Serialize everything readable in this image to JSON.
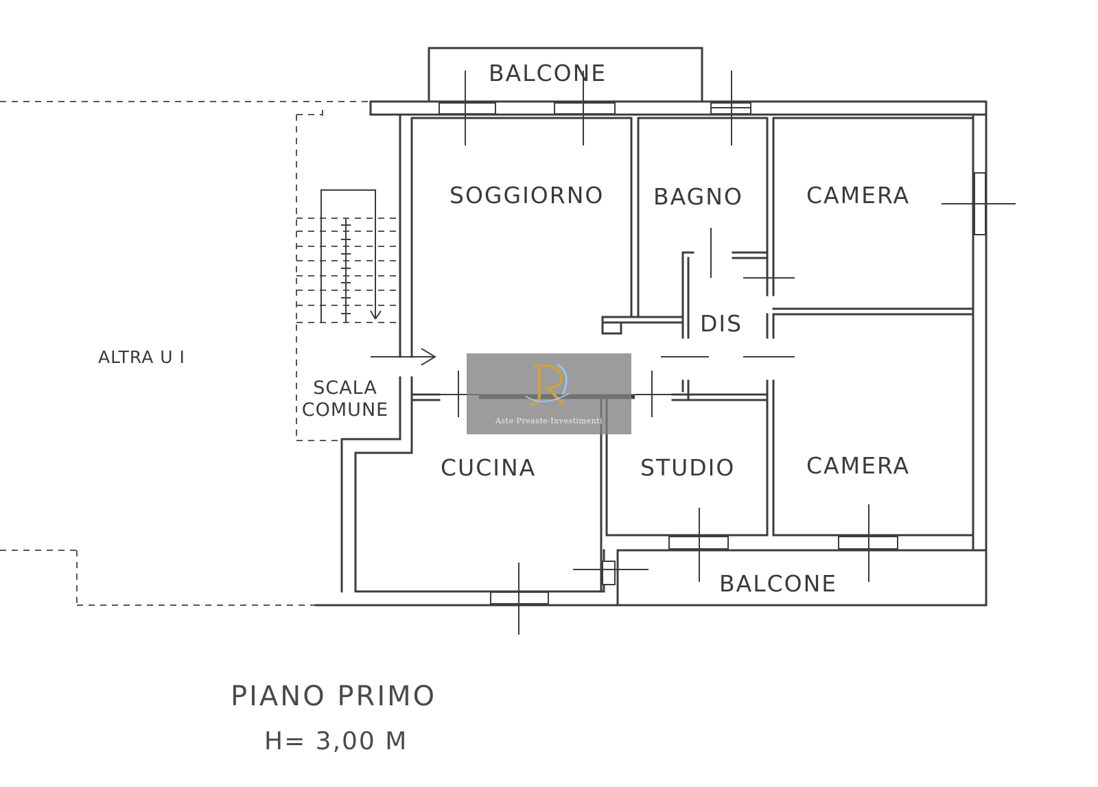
{
  "plan": {
    "rooms": {
      "balcone_top": "BALCONE",
      "soggiorno": "SOGGIORNO",
      "bagno": "BAGNO",
      "camera_top": "CAMERA",
      "dis": "DIS",
      "altra_ui": "ALTRA U I",
      "scala_line1": "SCALA",
      "scala_line2": "COMUNE",
      "cucina": "CUCINA",
      "studio": "STUDIO",
      "camera_bottom": "CAMERA",
      "balcone_bottom": "BALCONE"
    },
    "floor_title": "PIANO PRIMO",
    "floor_height": "H= 3,00 M"
  },
  "watermark": {
    "text": "Aste·Preaste·Investimenti",
    "colors": {
      "gold": "#c9a24a",
      "blue": "#9fc3e8",
      "panel": "#808080"
    }
  },
  "colors": {
    "wall": "#3c3c3c",
    "line": "#555555",
    "text": "#3a3a3a"
  }
}
